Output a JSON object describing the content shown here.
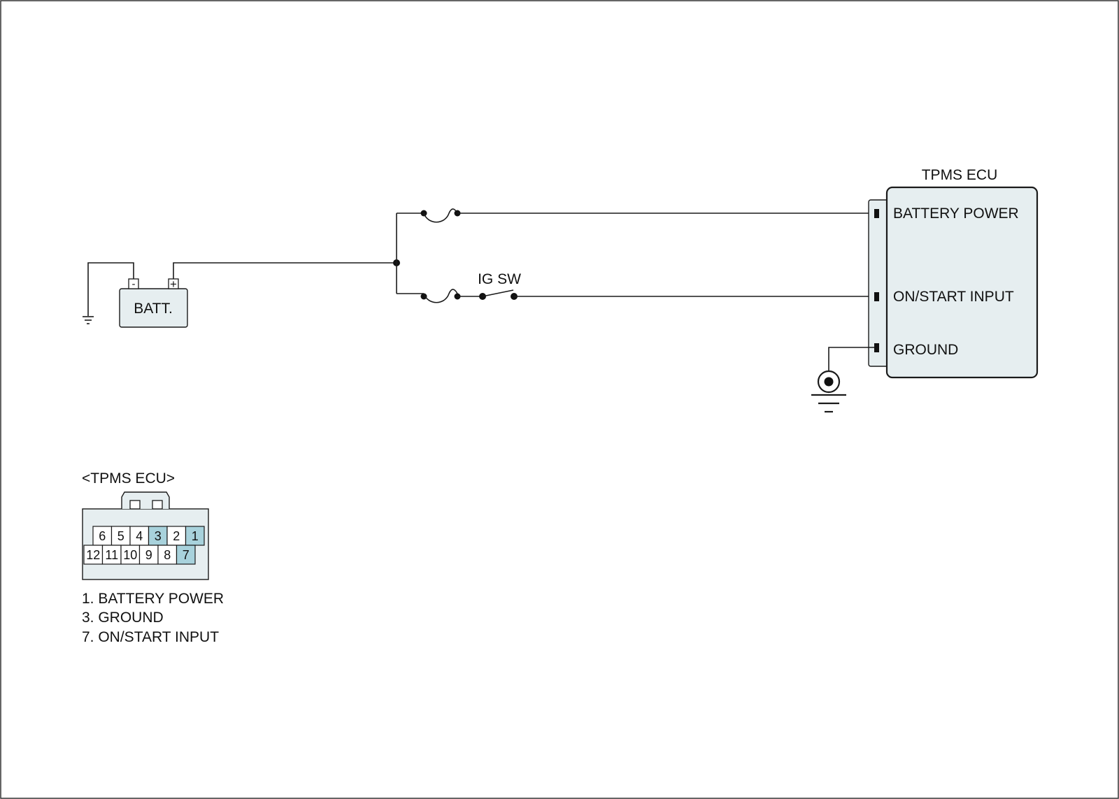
{
  "schematic": {
    "battery": {
      "label": "BATT.",
      "neg_symbol": "-",
      "pos_symbol": "+"
    },
    "ignition_switch": {
      "label": "IG SW"
    },
    "ecu": {
      "title": "TPMS ECU",
      "terminals": [
        "BATTERY POWER",
        "ON/START INPUT",
        "GROUND"
      ]
    }
  },
  "connector": {
    "title": "<TPMS ECU>",
    "top_row": [
      "6",
      "5",
      "4",
      "3",
      "2",
      "1"
    ],
    "bottom_row": [
      "12",
      "11",
      "10",
      "9",
      "8",
      "7"
    ],
    "highlighted_pins": [
      "1",
      "3",
      "7"
    ],
    "legend": [
      "1. BATTERY POWER",
      "3. GROUND",
      "7. ON/START INPUT"
    ]
  },
  "colors": {
    "module_fill": "#e6eef0",
    "highlight_fill": "#a8d2dc",
    "line": "#1a1a1a"
  }
}
